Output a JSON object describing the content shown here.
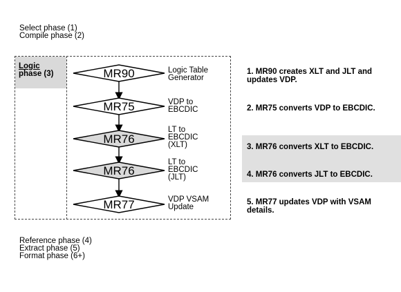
{
  "phases_before": [
    "Select phase (1)",
    "Compile phase (2)"
  ],
  "logic_phase": {
    "line1": "Logic",
    "line2": "phase (3)"
  },
  "steps": [
    {
      "code": "MR90",
      "desc": [
        "Logic Table",
        "Generator"
      ],
      "shaded": false
    },
    {
      "code": "MR75",
      "desc": [
        "VDP to",
        "EBCDIC"
      ],
      "shaded": false
    },
    {
      "code": "MR76",
      "desc": [
        "LT to",
        "EBCDIC",
        "(XLT)"
      ],
      "shaded": true
    },
    {
      "code": "MR76",
      "desc": [
        "LT to",
        "EBCDIC",
        "(JLT)"
      ],
      "shaded": true
    },
    {
      "code": "MR77",
      "desc": [
        "VDP VSAM",
        "Update"
      ],
      "shaded": false
    }
  ],
  "notes": [
    {
      "lines": [
        "1. MR90 creates XLT and JLT and",
        "updates VDP."
      ],
      "shaded": false
    },
    {
      "lines": [
        "2. MR75 converts VDP to EBCDIC."
      ],
      "shaded": false
    },
    {
      "lines": [
        "3. MR76 converts XLT to EBCDIC."
      ],
      "shaded": true
    },
    {
      "lines": [
        "4. MR76 converts JLT to EBCDIC."
      ],
      "shaded": true
    },
    {
      "lines": [
        "5. MR77 updates VDP with VSAM",
        "details."
      ],
      "shaded": false
    }
  ],
  "phases_after": [
    "Reference phase (4)",
    "Extract phase (5)",
    "Format phase (6+)"
  ],
  "colors": {
    "diamond_fill": "#ffffff",
    "diamond_shaded_fill": "#d9d9d9",
    "label_bg": "#d9d9d9",
    "note_bg": "#e0e0e0"
  }
}
